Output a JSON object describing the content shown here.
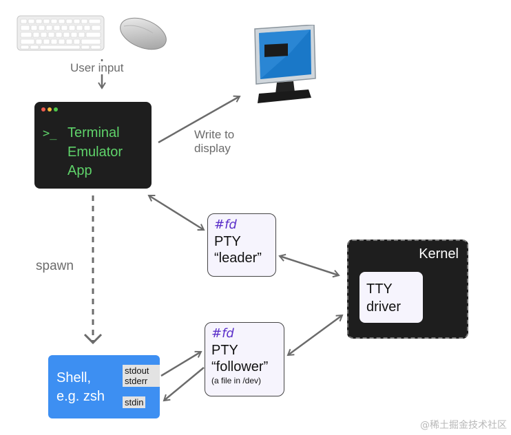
{
  "user_input_label": "User input",
  "write_to_display_label": "Write to\ndisplay",
  "spawn_label": "spawn",
  "terminal": {
    "prompt": ">_",
    "lines": [
      "Terminal",
      "Emulator",
      "App"
    ]
  },
  "pty_leader": {
    "fd": "#fd",
    "lines": [
      "PTY",
      "“leader”"
    ]
  },
  "pty_follower": {
    "fd": "#fd",
    "lines": [
      "PTY",
      "“follower”"
    ],
    "note": "(a file in /dev)"
  },
  "kernel": {
    "title": "Kernel",
    "tty_lines": [
      "TTY",
      "driver"
    ]
  },
  "shell": {
    "lines": [
      "Shell,",
      "e.g. zsh"
    ],
    "stdout": "stdout",
    "stderr": "stderr",
    "stdin": "stdin"
  },
  "watermark": "@稀土掘金技术社区",
  "colors": {
    "terminal_bg": "#1e1e1e",
    "terminal_text": "#5fd36a",
    "fd_purple": "#5a2ec9",
    "shell_blue": "#3d8ff2",
    "arrow_gray": "#6b6b6b"
  }
}
